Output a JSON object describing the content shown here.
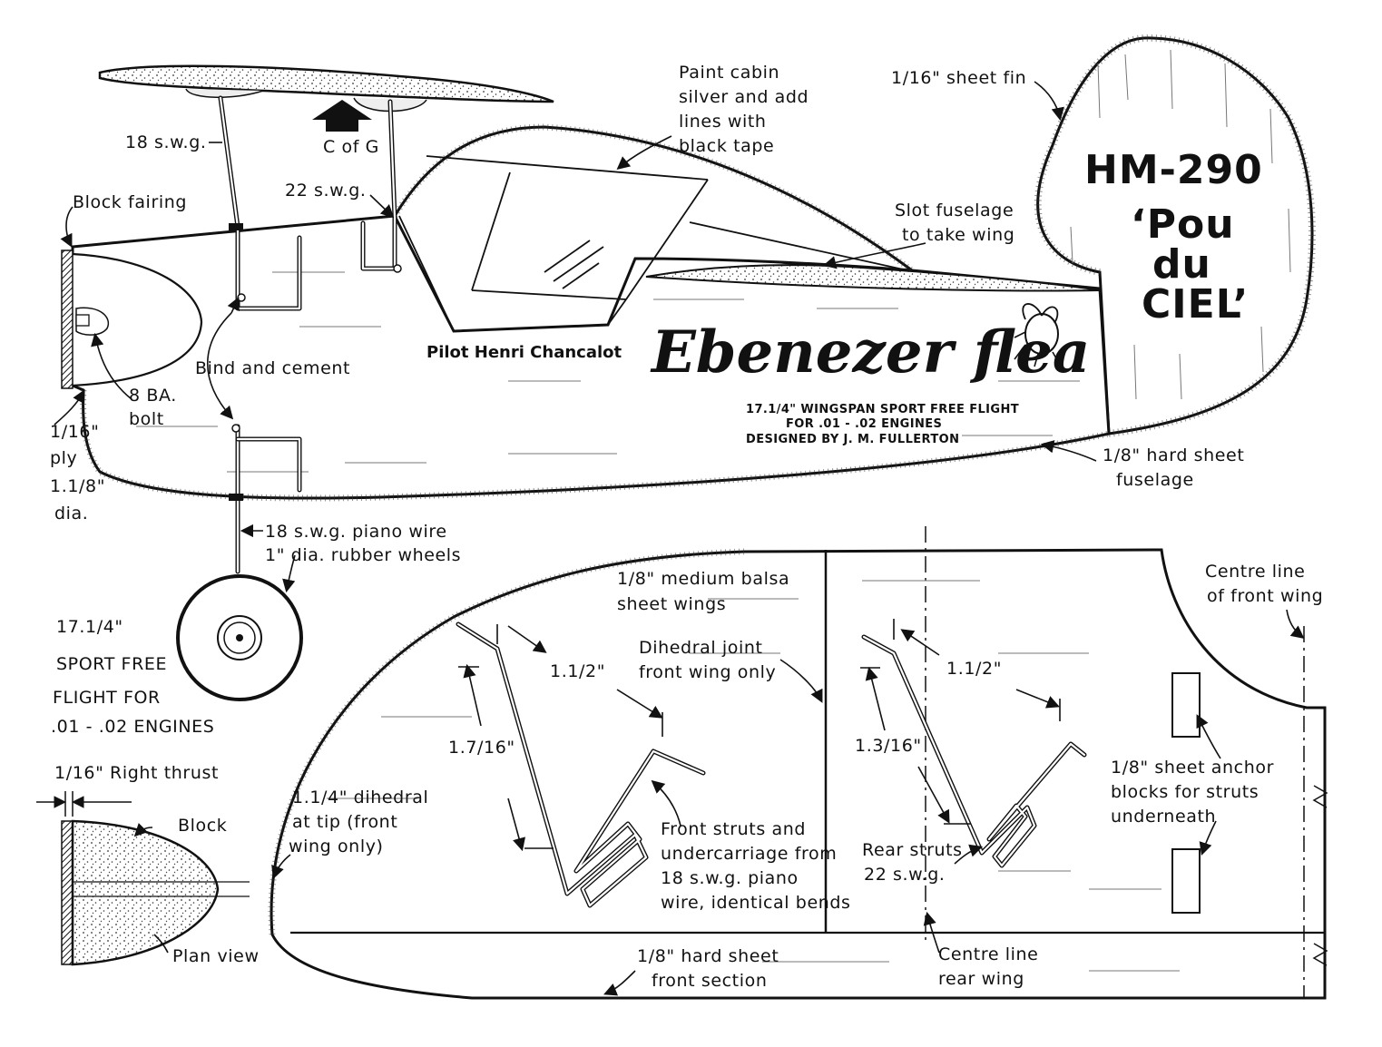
{
  "title": {
    "model": "HM-290",
    "nickname_line1": "‘Pou",
    "nickname_line2": "du",
    "nickname_line3": "CIEL’",
    "name": "Ebenezer flea"
  },
  "spec_block": {
    "line1": "17.1/4\" WINGSPAN SPORT FREE FLIGHT",
    "line2": "FOR .01 - .02 ENGINES",
    "line3": "DESIGNED BY   J. M. FULLERTON"
  },
  "pilot": "Pilot Henri Chancalot",
  "side_labels": {
    "paint_cabin": [
      "Paint cabin",
      "silver and add",
      "lines with",
      "black tape"
    ],
    "fin": "1/16\" sheet fin",
    "slot": [
      "Slot fuselage",
      "to take wing"
    ],
    "swg18_top": "18 s.w.g.",
    "cog": "C of G",
    "swg22": "22 s.w.g.",
    "block_fairing": "Block fairing",
    "bind_cement": "Bind and cement",
    "bolt": [
      "8 BA.",
      "bolt"
    ],
    "ply": [
      "1/16\"",
      "ply",
      "1.1/8\"",
      "dia."
    ],
    "hard_sheet_fuselage": [
      "1/8\" hard sheet",
      "fuselage"
    ],
    "piano_wire": "18 s.w.g. piano wire",
    "wheels": "1\" dia. rubber wheels"
  },
  "left_block": {
    "lines": [
      "17.1/4\"",
      "SPORT FREE",
      "FLIGHT   FOR",
      ".01 - .02  ENGINES"
    ]
  },
  "plan_view": {
    "thrust": "1/16\" Right thrust",
    "block": "Block",
    "caption": "Plan view"
  },
  "wing_labels": {
    "medium_balsa": [
      "1/8\" medium balsa",
      "sheet wings"
    ],
    "dihedral_joint": [
      "Dihedral joint",
      "front wing only"
    ],
    "dim_front_top": "1.1/2\"",
    "dim_front_side": "1.7/16\"",
    "dim_rear_top": "1.1/2\"",
    "dim_rear_side": "1.3/16\"",
    "tip_dihedral": [
      "1.1/4\" dihedral",
      "at tip (front",
      "wing only)"
    ],
    "front_struts": [
      "Front struts and",
      "undercarriage from",
      "18 s.w.g. piano",
      "wire, identical bends"
    ],
    "rear_struts": [
      "Rear struts",
      "22 s.w.g."
    ],
    "centre_front": [
      "Centre line",
      "of front wing"
    ],
    "anchor_blocks": [
      "1/8\" sheet anchor",
      "blocks for struts",
      "underneath"
    ],
    "hard_front": [
      "1/8\" hard sheet",
      "front section"
    ],
    "centre_rear": [
      "Centre line",
      "rear wing"
    ]
  }
}
